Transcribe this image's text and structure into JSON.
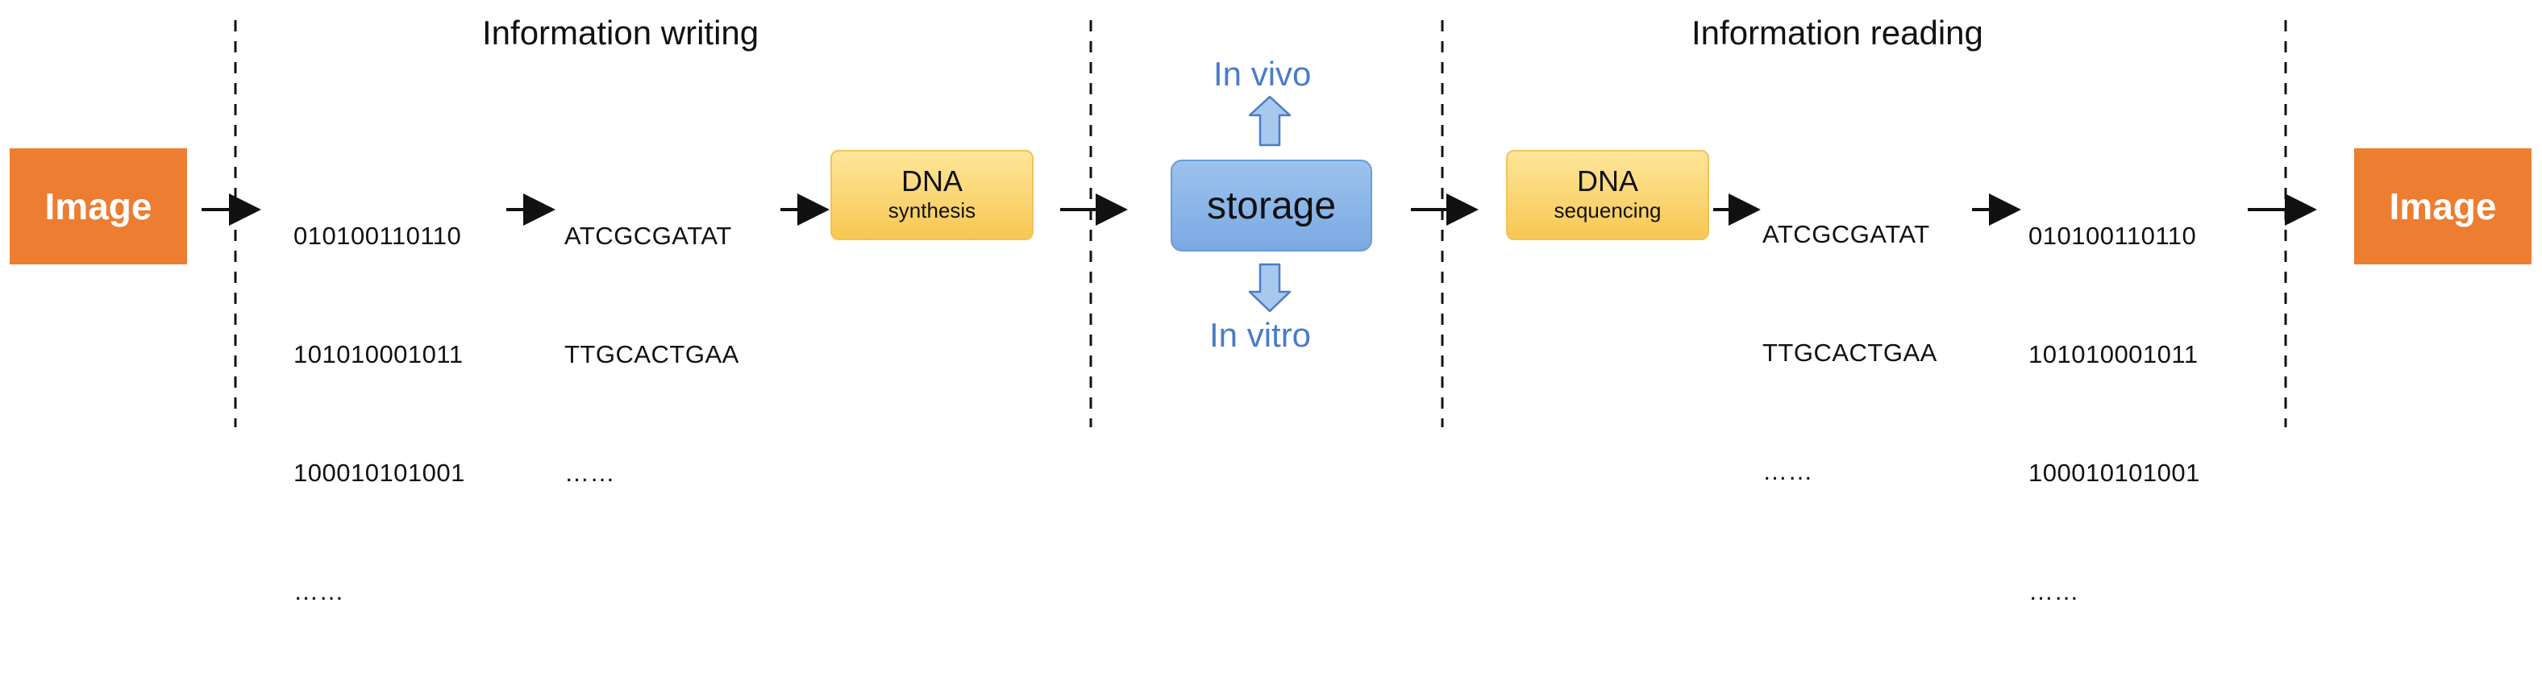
{
  "sections": {
    "writing_title": "Information writing",
    "reading_title": "Information reading"
  },
  "input_image_label": "Image",
  "output_image_label": "Image",
  "binary_in": [
    "010100110110",
    "101010001011",
    "100010101001",
    "……"
  ],
  "dna_seq_in": [
    "ATCGCGATAT",
    "TTGCACTGAA",
    "……"
  ],
  "synthesis_box": {
    "main": "DNA",
    "sub": "synthesis"
  },
  "storage_box": {
    "label": "storage"
  },
  "in_vivo": "In vivo",
  "in_vitro": "In vitro",
  "sequencing_box": {
    "main": "DNA",
    "sub": "sequencing"
  },
  "dna_seq_out": [
    "ATCGCGATAT",
    "TTGCACTGAA",
    "……"
  ],
  "binary_out": [
    "010100110110",
    "101010001011",
    "100010101001",
    "……"
  ],
  "colors": {
    "image_box": "#ED7D31",
    "dna_box": "#F8C752",
    "storage_box": "#7AA9E2",
    "blue_text": "#4A7CC8",
    "arrow_blue_fill": "#A9C8EE"
  }
}
